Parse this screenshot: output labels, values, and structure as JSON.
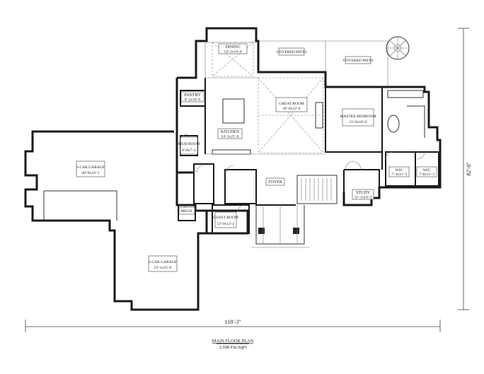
{
  "plan": {
    "rooms": [
      {
        "id": "dining",
        "name": "DINING",
        "size": "14'-1x14'-6"
      },
      {
        "id": "covered-patio-1",
        "name": "COVERED PATIO",
        "size": ""
      },
      {
        "id": "covered-patio-2",
        "name": "COVERED PATIO",
        "size": ""
      },
      {
        "id": "pantry",
        "name": "PANTRY",
        "size": "8'-2x10'-0"
      },
      {
        "id": "great-room",
        "name": "GREAT ROOM",
        "size": "20'-0x22'-0"
      },
      {
        "id": "master-bedroom",
        "name": "MASTER BEDROOM",
        "size": "15'-6x18'-0"
      },
      {
        "id": "kitchen",
        "name": "KITCHEN",
        "size": "14'-1x21'-0"
      },
      {
        "id": "mud-room",
        "name": "MUD ROOM",
        "size": "8'-8x7'-1"
      },
      {
        "id": "garage-2car-1",
        "name": "2-CAR GARAGE",
        "size": "40'-8x24'-1"
      },
      {
        "id": "foyer",
        "name": "FOYER",
        "size": ""
      },
      {
        "id": "study",
        "name": "STUDY",
        "size": "11'-1x14'-3"
      },
      {
        "id": "wic-1",
        "name": "WIC",
        "size": "7'-3x11'-3"
      },
      {
        "id": "wic-2",
        "name": "WIC",
        "size": "7'-8x11'-3"
      },
      {
        "id": "mech",
        "name": "MECH.",
        "size": ""
      },
      {
        "id": "guest-room",
        "name": "GUEST ROOM",
        "size": "12'-0x12'-2"
      },
      {
        "id": "garage-2car-2",
        "name": "2-CAR GARAGE",
        "size": "23'-1x25'-6"
      }
    ],
    "dimensions": {
      "width": "118'-3\"",
      "depth": "82'-0\""
    },
    "caption": {
      "title": "MAIN FLOOR PLAN",
      "area": "3,598 Fin.SqFt"
    }
  }
}
